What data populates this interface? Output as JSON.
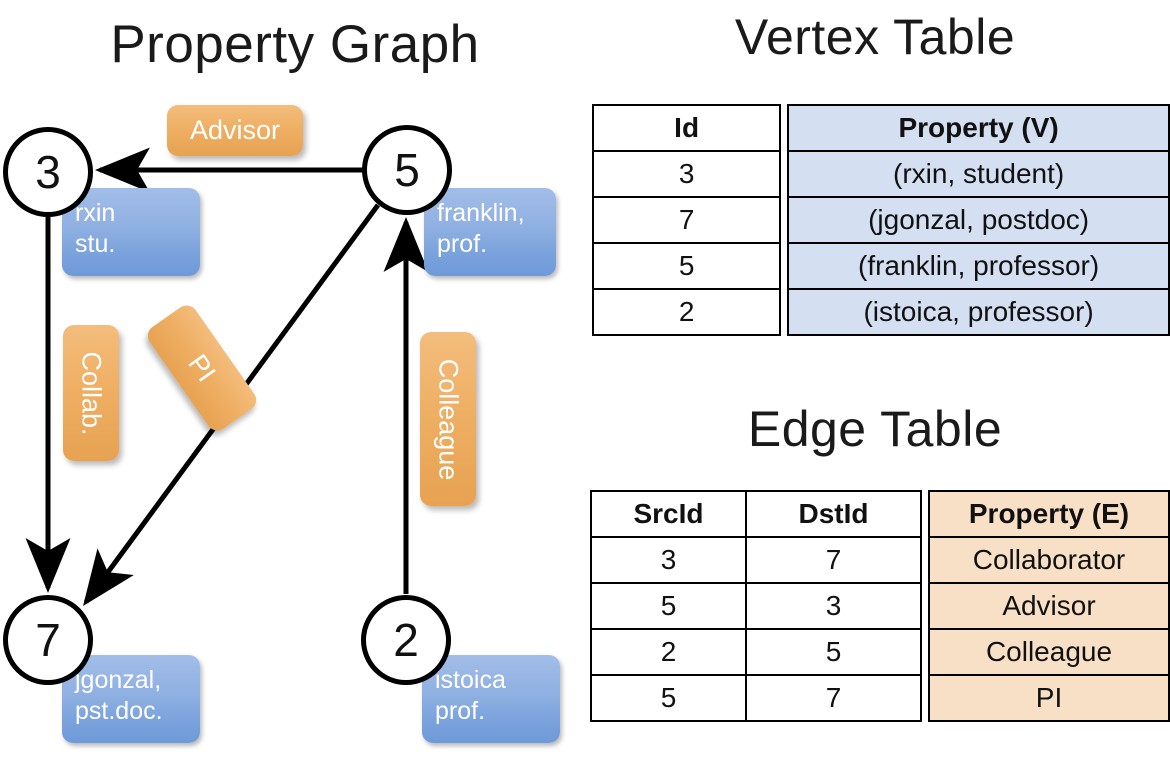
{
  "titles": {
    "property_graph": "Property Graph",
    "vertex_table": "Vertex Table",
    "edge_table": "Edge Table"
  },
  "colors": {
    "vertex_fill": "#d4dff1",
    "edge_fill": "#f8e0c6",
    "badge_blue": "#8fb0e2",
    "badge_orange": "#eeae62",
    "stroke": "#000000"
  },
  "graph": {
    "nodes": [
      {
        "id": "3",
        "property_line1": "rxin",
        "property_line2": "stu."
      },
      {
        "id": "5",
        "property_line1": "franklin,",
        "property_line2": "prof."
      },
      {
        "id": "7",
        "property_line1": "jgonzal,",
        "property_line2": "pst.doc."
      },
      {
        "id": "2",
        "property_line1": "istoica",
        "property_line2": "prof."
      }
    ],
    "edge_labels": [
      {
        "name": "advisor",
        "text": "Advisor",
        "orientation": "horizontal"
      },
      {
        "name": "collab",
        "text": "Collab.",
        "orientation": "vertical"
      },
      {
        "name": "pi",
        "text": "PI",
        "orientation": "diagonal"
      },
      {
        "name": "colleague",
        "text": "Colleague",
        "orientation": "vertical"
      }
    ],
    "edges": [
      {
        "src": "5",
        "dst": "3",
        "label": "Advisor"
      },
      {
        "src": "3",
        "dst": "7",
        "label": "Collab."
      },
      {
        "src": "5",
        "dst": "7",
        "label": "PI"
      },
      {
        "src": "2",
        "dst": "5",
        "label": "Colleague"
      }
    ]
  },
  "vertex_table": {
    "headers": [
      "Id",
      "Property (V)"
    ],
    "rows": [
      {
        "id": "3",
        "property": "(rxin, student)"
      },
      {
        "id": "7",
        "property": "(jgonzal, postdoc)"
      },
      {
        "id": "5",
        "property": "(franklin, professor)"
      },
      {
        "id": "2",
        "property": "(istoica, professor)"
      }
    ]
  },
  "edge_table": {
    "headers": [
      "SrcId",
      "DstId",
      "Property (E)"
    ],
    "rows": [
      {
        "src": "3",
        "dst": "7",
        "property": "Collaborator"
      },
      {
        "src": "5",
        "dst": "3",
        "property": "Advisor"
      },
      {
        "src": "2",
        "dst": "5",
        "property": "Colleague"
      },
      {
        "src": "5",
        "dst": "7",
        "property": "PI"
      }
    ]
  }
}
